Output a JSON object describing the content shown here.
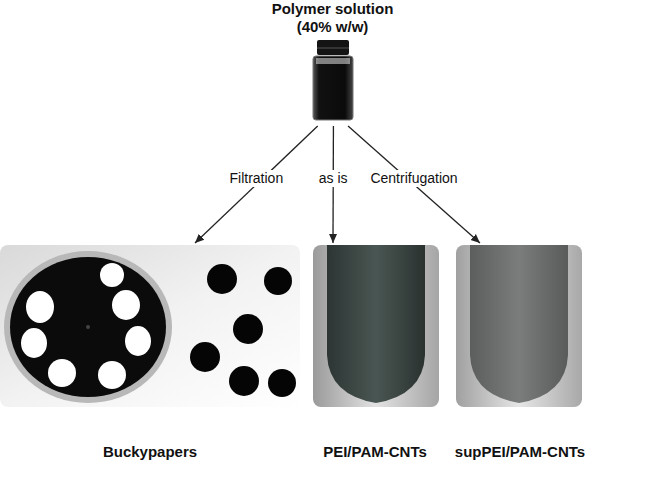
{
  "diagram": {
    "nodes": [
      {
        "text": [
          "Polymer solution (40% w/w)"
        ]
      },
      {
        "text": [
          "Buckypapers"
        ]
      },
      {
        "text": [
          "PEI/PAM-CNTs"
        ]
      },
      {
        "text": [
          "supPEI/PAM-CNTs"
        ]
      }
    ],
    "edges": [
      {
        "from": 0,
        "to": 1,
        "label": "Filtration",
        "arrow": "to"
      },
      {
        "from": 0,
        "to": 2,
        "label": "as is",
        "arrow": "to"
      },
      {
        "from": 0,
        "to": 3,
        "label": "Centrifugation",
        "arrow": "to"
      }
    ]
  }
}
